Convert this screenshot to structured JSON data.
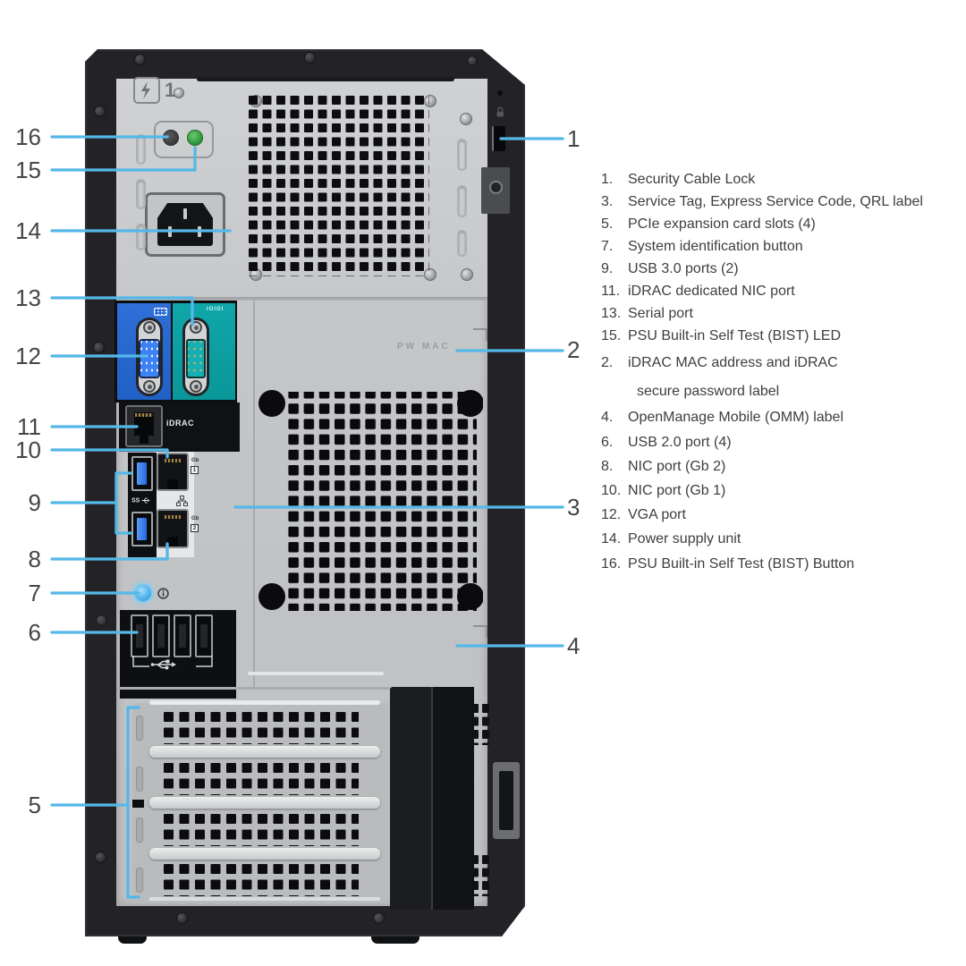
{
  "figure": {
    "description": "Rear view diagram of a tower server chassis with numbered callouts"
  },
  "colors": {
    "callout_line": "#54b8e8",
    "callout_number": "#454545",
    "legend_text": "#3e3e3e",
    "case_dark": "#232327",
    "panel_silver": "#c3c5c7",
    "vga_panel_blue": "#2565cd",
    "serial_panel_teal": "#0ba0a2",
    "usb3_blue": "#2e7cf2",
    "led_green": "#2f9639",
    "id_button_blue": "#55b4ec"
  },
  "callouts": {
    "c1": "1",
    "c2": "2",
    "c3": "3",
    "c4": "4",
    "c5": "5",
    "c6": "6",
    "c7": "7",
    "c8": "8",
    "c9": "9",
    "c10": "10",
    "c11": "11",
    "c12": "12",
    "c13": "13",
    "c14": "14",
    "c15": "15",
    "c16": "16"
  },
  "labels": {
    "psu_one": "1",
    "idrac": "iDRAC",
    "gb": "Gb",
    "nic1": "1",
    "nic2": "2",
    "ss": "SS",
    "serial_icon_text": "IOIOI",
    "pw_mac": "PW MAC",
    "info_i": "i"
  },
  "icons": [
    "lightning-icon",
    "padlock-icon",
    "usb-trident-icon",
    "usb3-ss-icon",
    "network-icon",
    "vga-display-icon",
    "info-icon"
  ],
  "legend": {
    "items": [
      {
        "num": "1.",
        "text": "Security Cable Lock"
      },
      {
        "num": "3.",
        "text": "Service Tag, Express Service Code, QRL label"
      },
      {
        "num": "5.",
        "text": "PCIe expansion card slots (4)"
      },
      {
        "num": "7.",
        "text": "System identification button"
      },
      {
        "num": "9.",
        "text": "USB 3.0 ports (2)"
      },
      {
        "num": "11.",
        "text": "iDRAC dedicated NIC port"
      },
      {
        "num": "13.",
        "text": "Serial port"
      },
      {
        "num": "15.",
        "text": "PSU Built-in Self Test (BIST) LED"
      },
      {
        "num": "2.",
        "text": "iDRAC MAC address and iDRAC",
        "text2": "secure password label"
      },
      {
        "num": "4.",
        "text": "OpenManage Mobile (OMM) label"
      },
      {
        "num": "6.",
        "text": "USB 2.0 port (4)"
      },
      {
        "num": "8.",
        "text": "NIC port (Gb 2)"
      },
      {
        "num": "10.",
        "text": "NIC port (Gb 1)"
      },
      {
        "num": "12.",
        "text": "VGA port"
      },
      {
        "num": "14.",
        "text": "Power supply unit"
      },
      {
        "num": "16.",
        "text": "PSU Built-in Self Test (BIST) Button"
      }
    ]
  }
}
